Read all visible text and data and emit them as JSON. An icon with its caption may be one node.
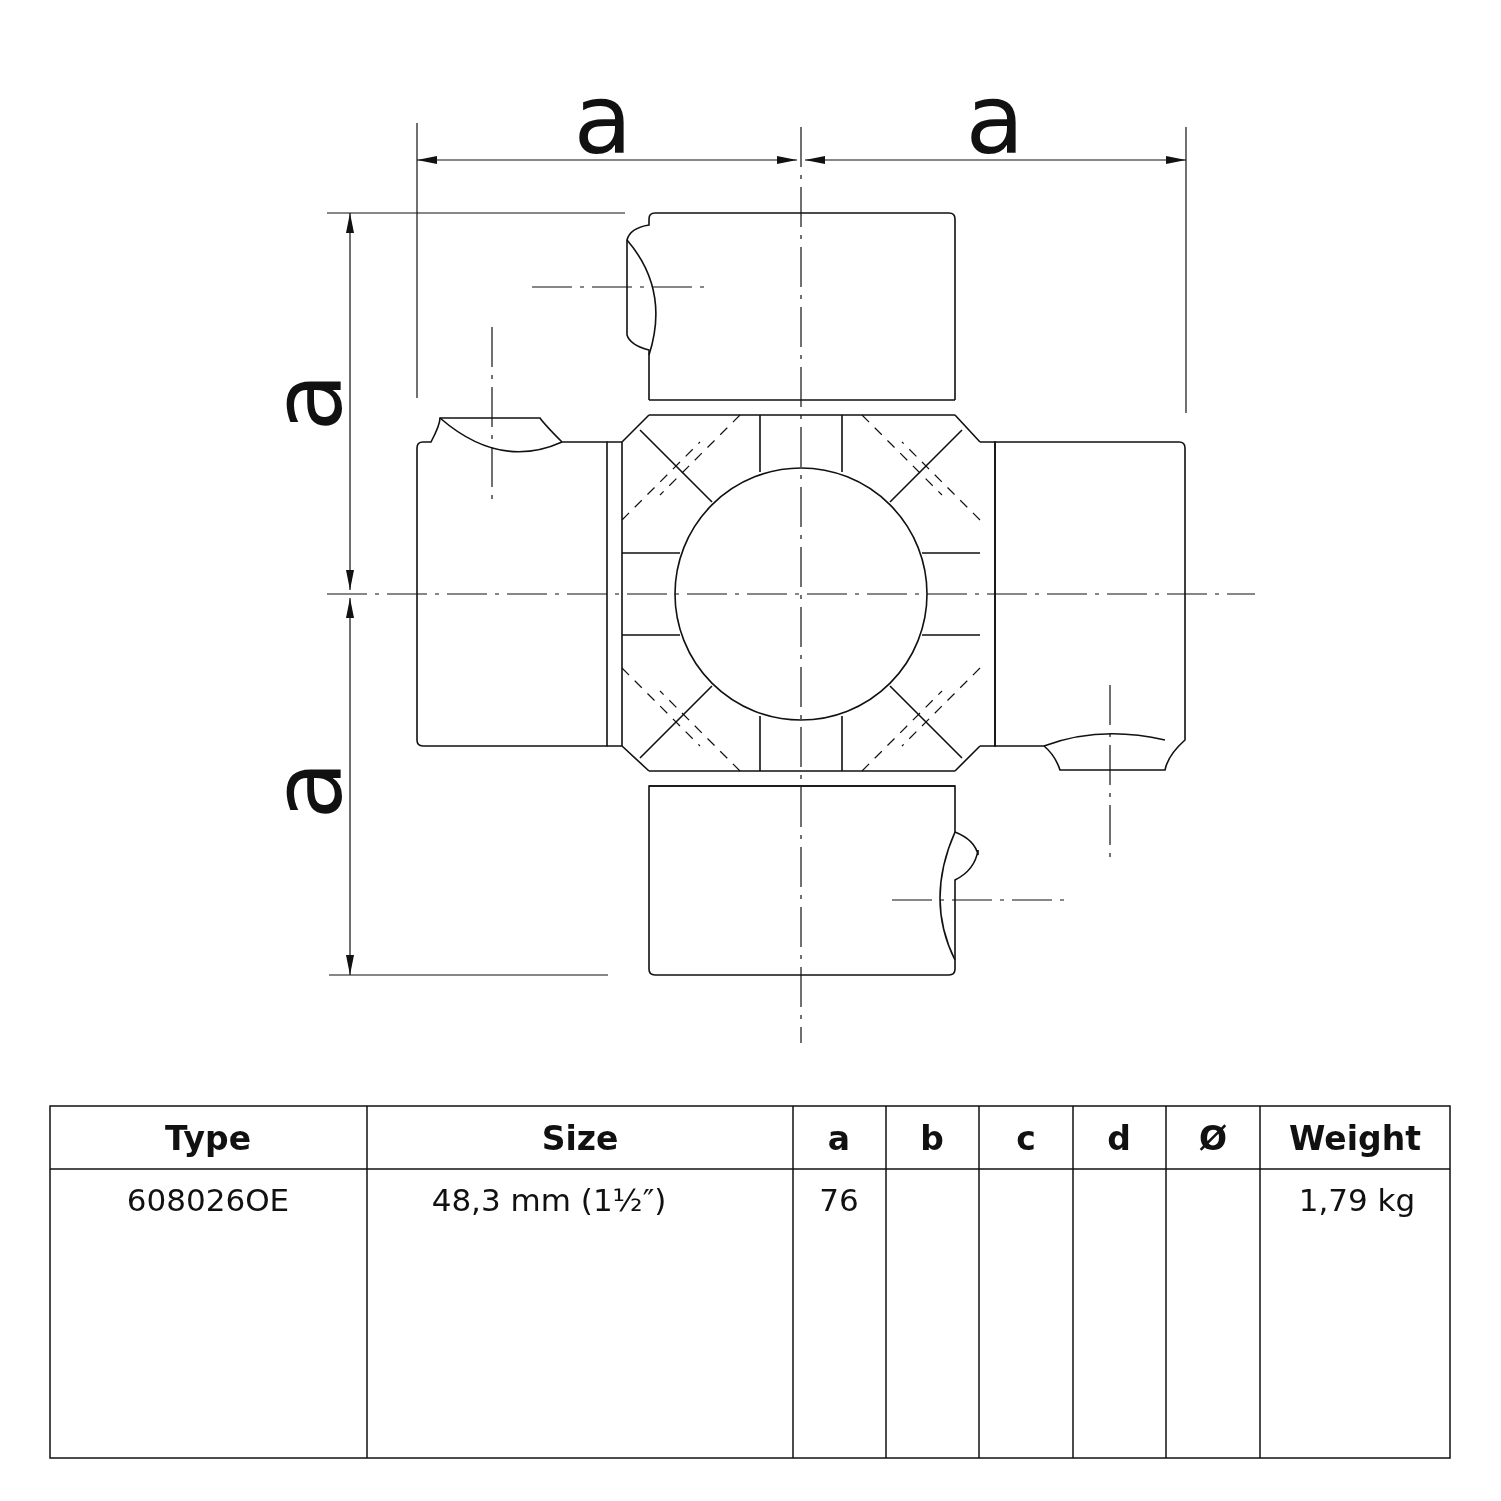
{
  "diagram": {
    "labels": [
      "a",
      "a",
      "a",
      "a",
      "Type",
      "Size",
      "a",
      "b",
      "c",
      "d",
      "Ø",
      "Weight",
      "608026OE",
      "48,3 mm (1½″)",
      "76",
      "1,79 kg"
    ]
  }
}
